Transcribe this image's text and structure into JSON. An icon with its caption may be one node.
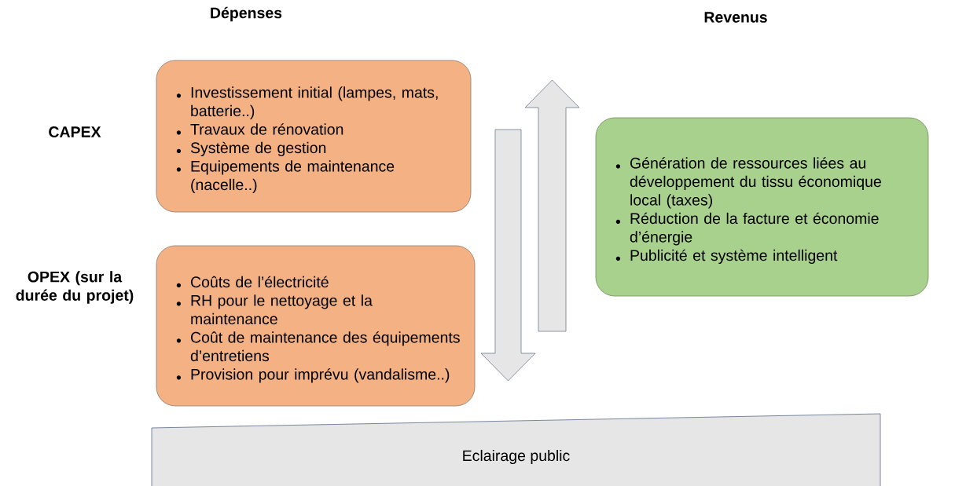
{
  "diagram": {
    "nodes": [
      {
        "text": [
          "Investissement initial (lampes, mats, batterie..)",
          "Travaux de rénovation",
          "Système de gestion",
          "Equipements de maintenance (nacelle..)"
        ]
      },
      {
        "text": [
          "Coûts de l’électricité",
          "RH pour le nettoyage et la maintenance",
          "Coût de maintenance des équipements d’entretiens",
          "Provision pour imprévu (vandalisme..)"
        ]
      },
      {
        "text": [
          "Génération de ressources liées au développement du tissu économique local (taxes)",
          "Réduction de la facture et économie d’énergie",
          "Publicité et système intelligent"
        ]
      },
      {
        "text": [
          "Eclairage public"
        ]
      }
    ],
    "labels": [
      "Dépenses",
      "Revenus",
      "CAPEX",
      "OPEX (sur la durée du projet)"
    ]
  }
}
